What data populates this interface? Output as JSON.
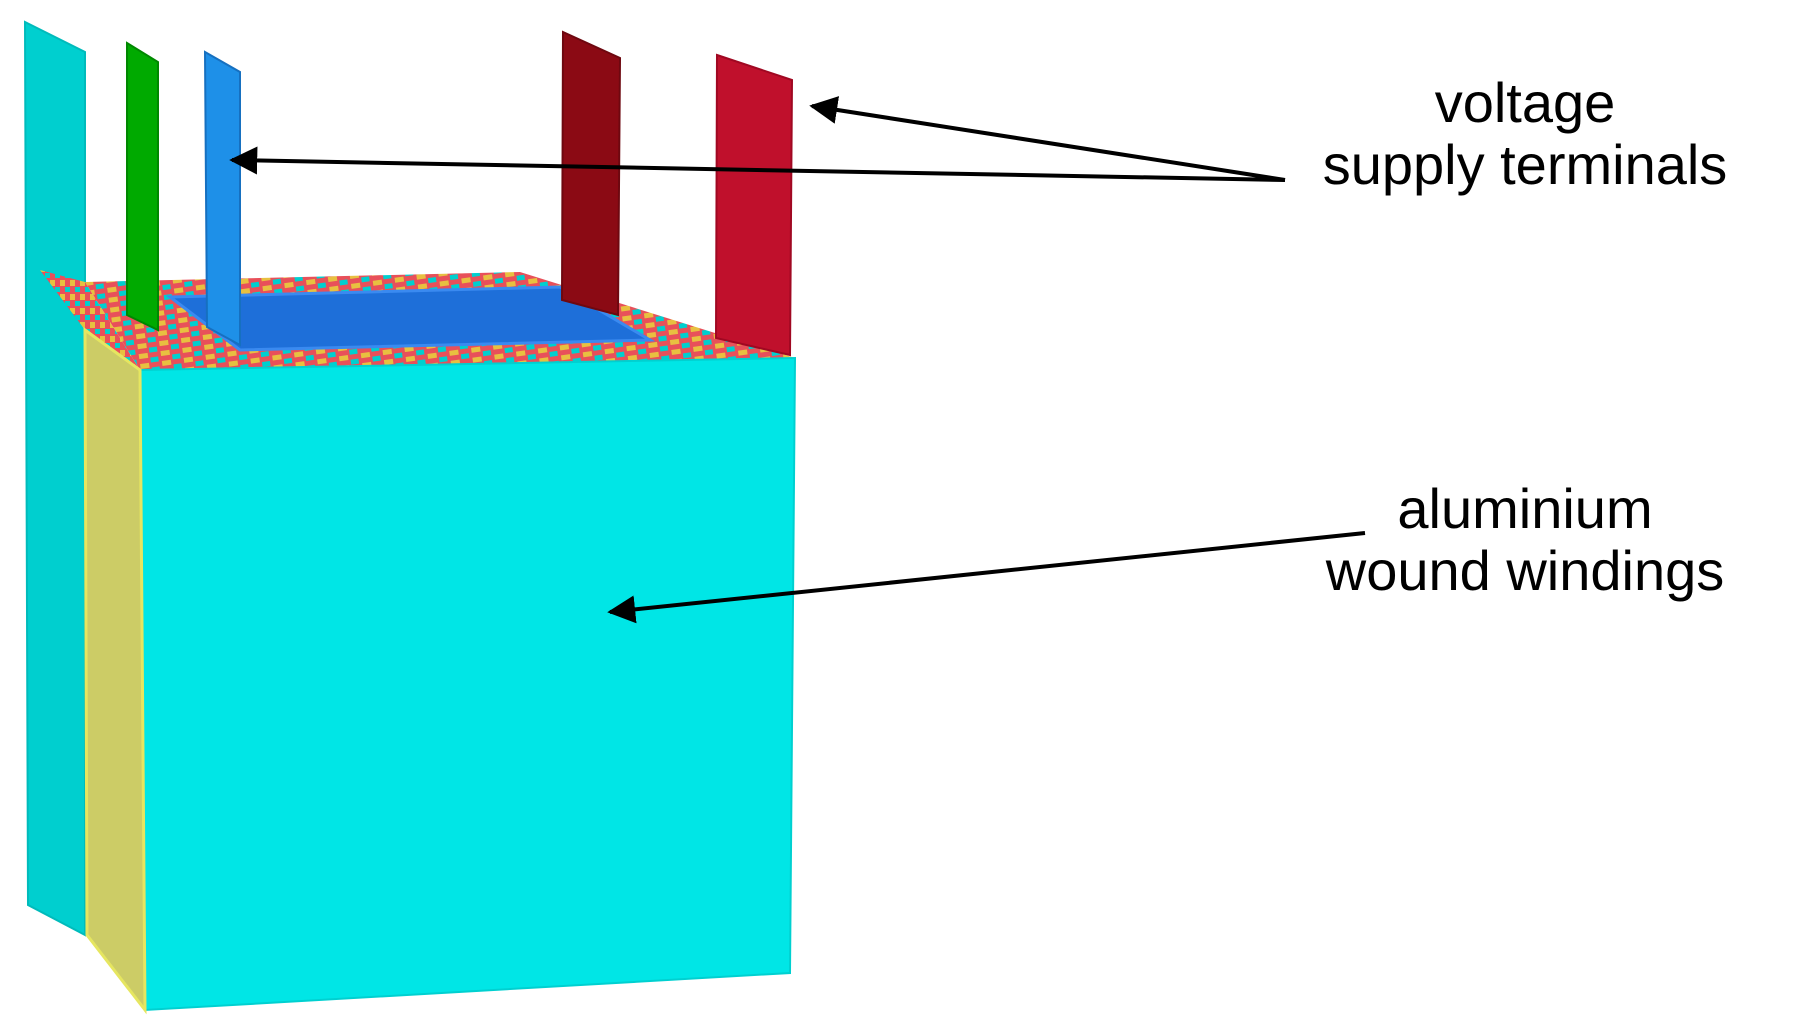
{
  "diagram": {
    "labels": {
      "voltage_line1": "voltage",
      "voltage_line2": "supply terminals",
      "aluminium_line1": "aluminium",
      "aluminium_line2": "wound windings"
    },
    "colors": {
      "winding_front": "#00E6E6",
      "winding_side_left": "#00CFCF",
      "insulation_strip": "#CCCC66",
      "core_window": "#1E6FD9",
      "top_pattern_red": "#E8505A",
      "top_pattern_yellow": "#E8C040",
      "terminal_green": "#00AA00",
      "terminal_blue": "#1E90E8",
      "terminal_dark_red": "#8B0A14",
      "terminal_red": "#C0102C",
      "arrow": "#000000"
    }
  }
}
